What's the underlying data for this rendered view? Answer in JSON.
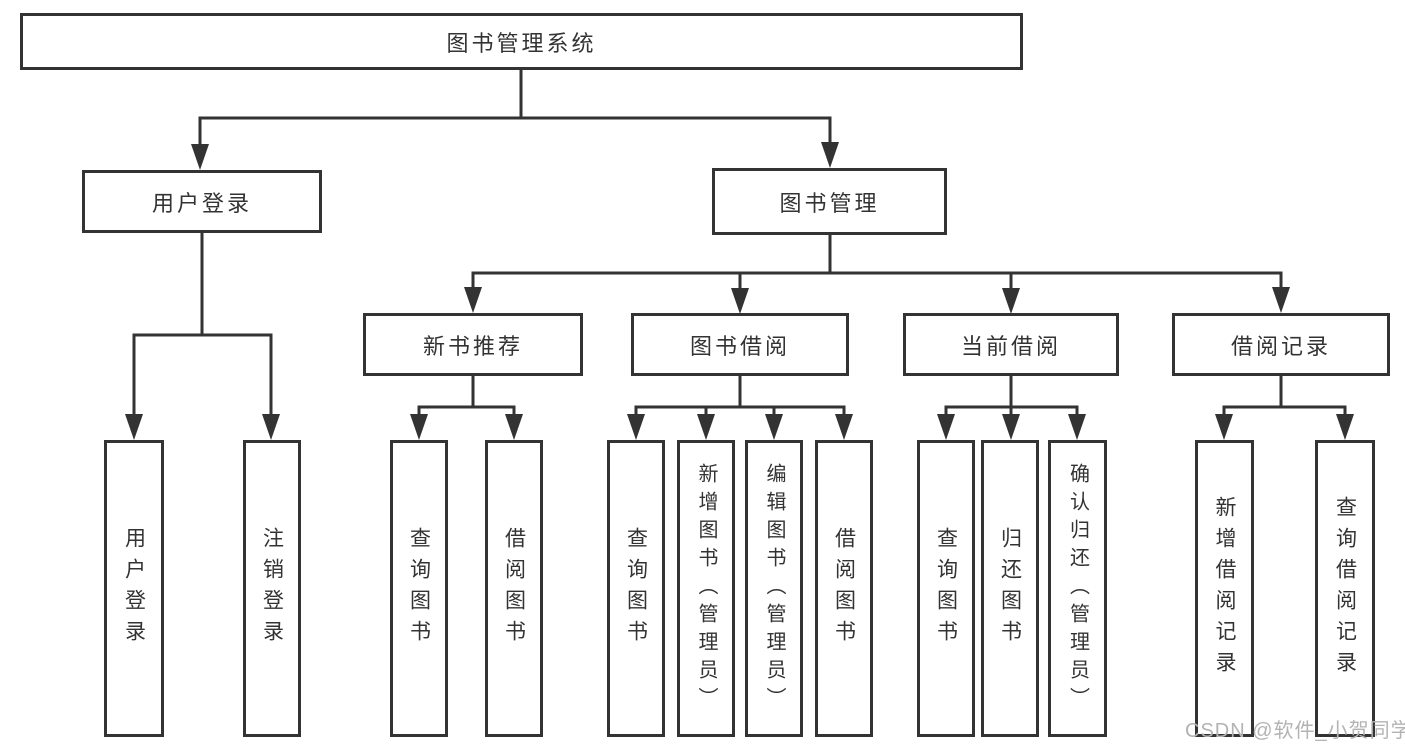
{
  "nodes": {
    "root": "图书管理系统",
    "user_login": "用户登录",
    "book_management": "图书管理",
    "new_book_recommend": "新书推荐",
    "book_borrowing": "图书借阅",
    "current_borrowing": "当前借阅",
    "borrowing_records": "借阅记录",
    "leaf_user_login": "用户登录",
    "leaf_logout": "注销登录",
    "leaf_query_books_1": "查询图书",
    "leaf_borrow_books_1": "借阅图书",
    "leaf_query_books_2": "查询图书",
    "leaf_add_books_admin": "新增图书（管理员）",
    "leaf_edit_books_admin": "编辑图书（管理员）",
    "leaf_borrow_books_2": "借阅图书",
    "leaf_query_books_3": "查询图书",
    "leaf_return_books": "归还图书",
    "leaf_confirm_return_admin": "确认归还（管理员）",
    "leaf_add_borrow_record": "新增借阅记录",
    "leaf_query_borrow_record": "查询借阅记录"
  },
  "watermark": "CSDN @软件_小贺同学",
  "colors": {
    "line": "#333333",
    "border": "#333333",
    "text": "#333333",
    "watermark": "#b3b3b3",
    "background": "#ffffff"
  }
}
